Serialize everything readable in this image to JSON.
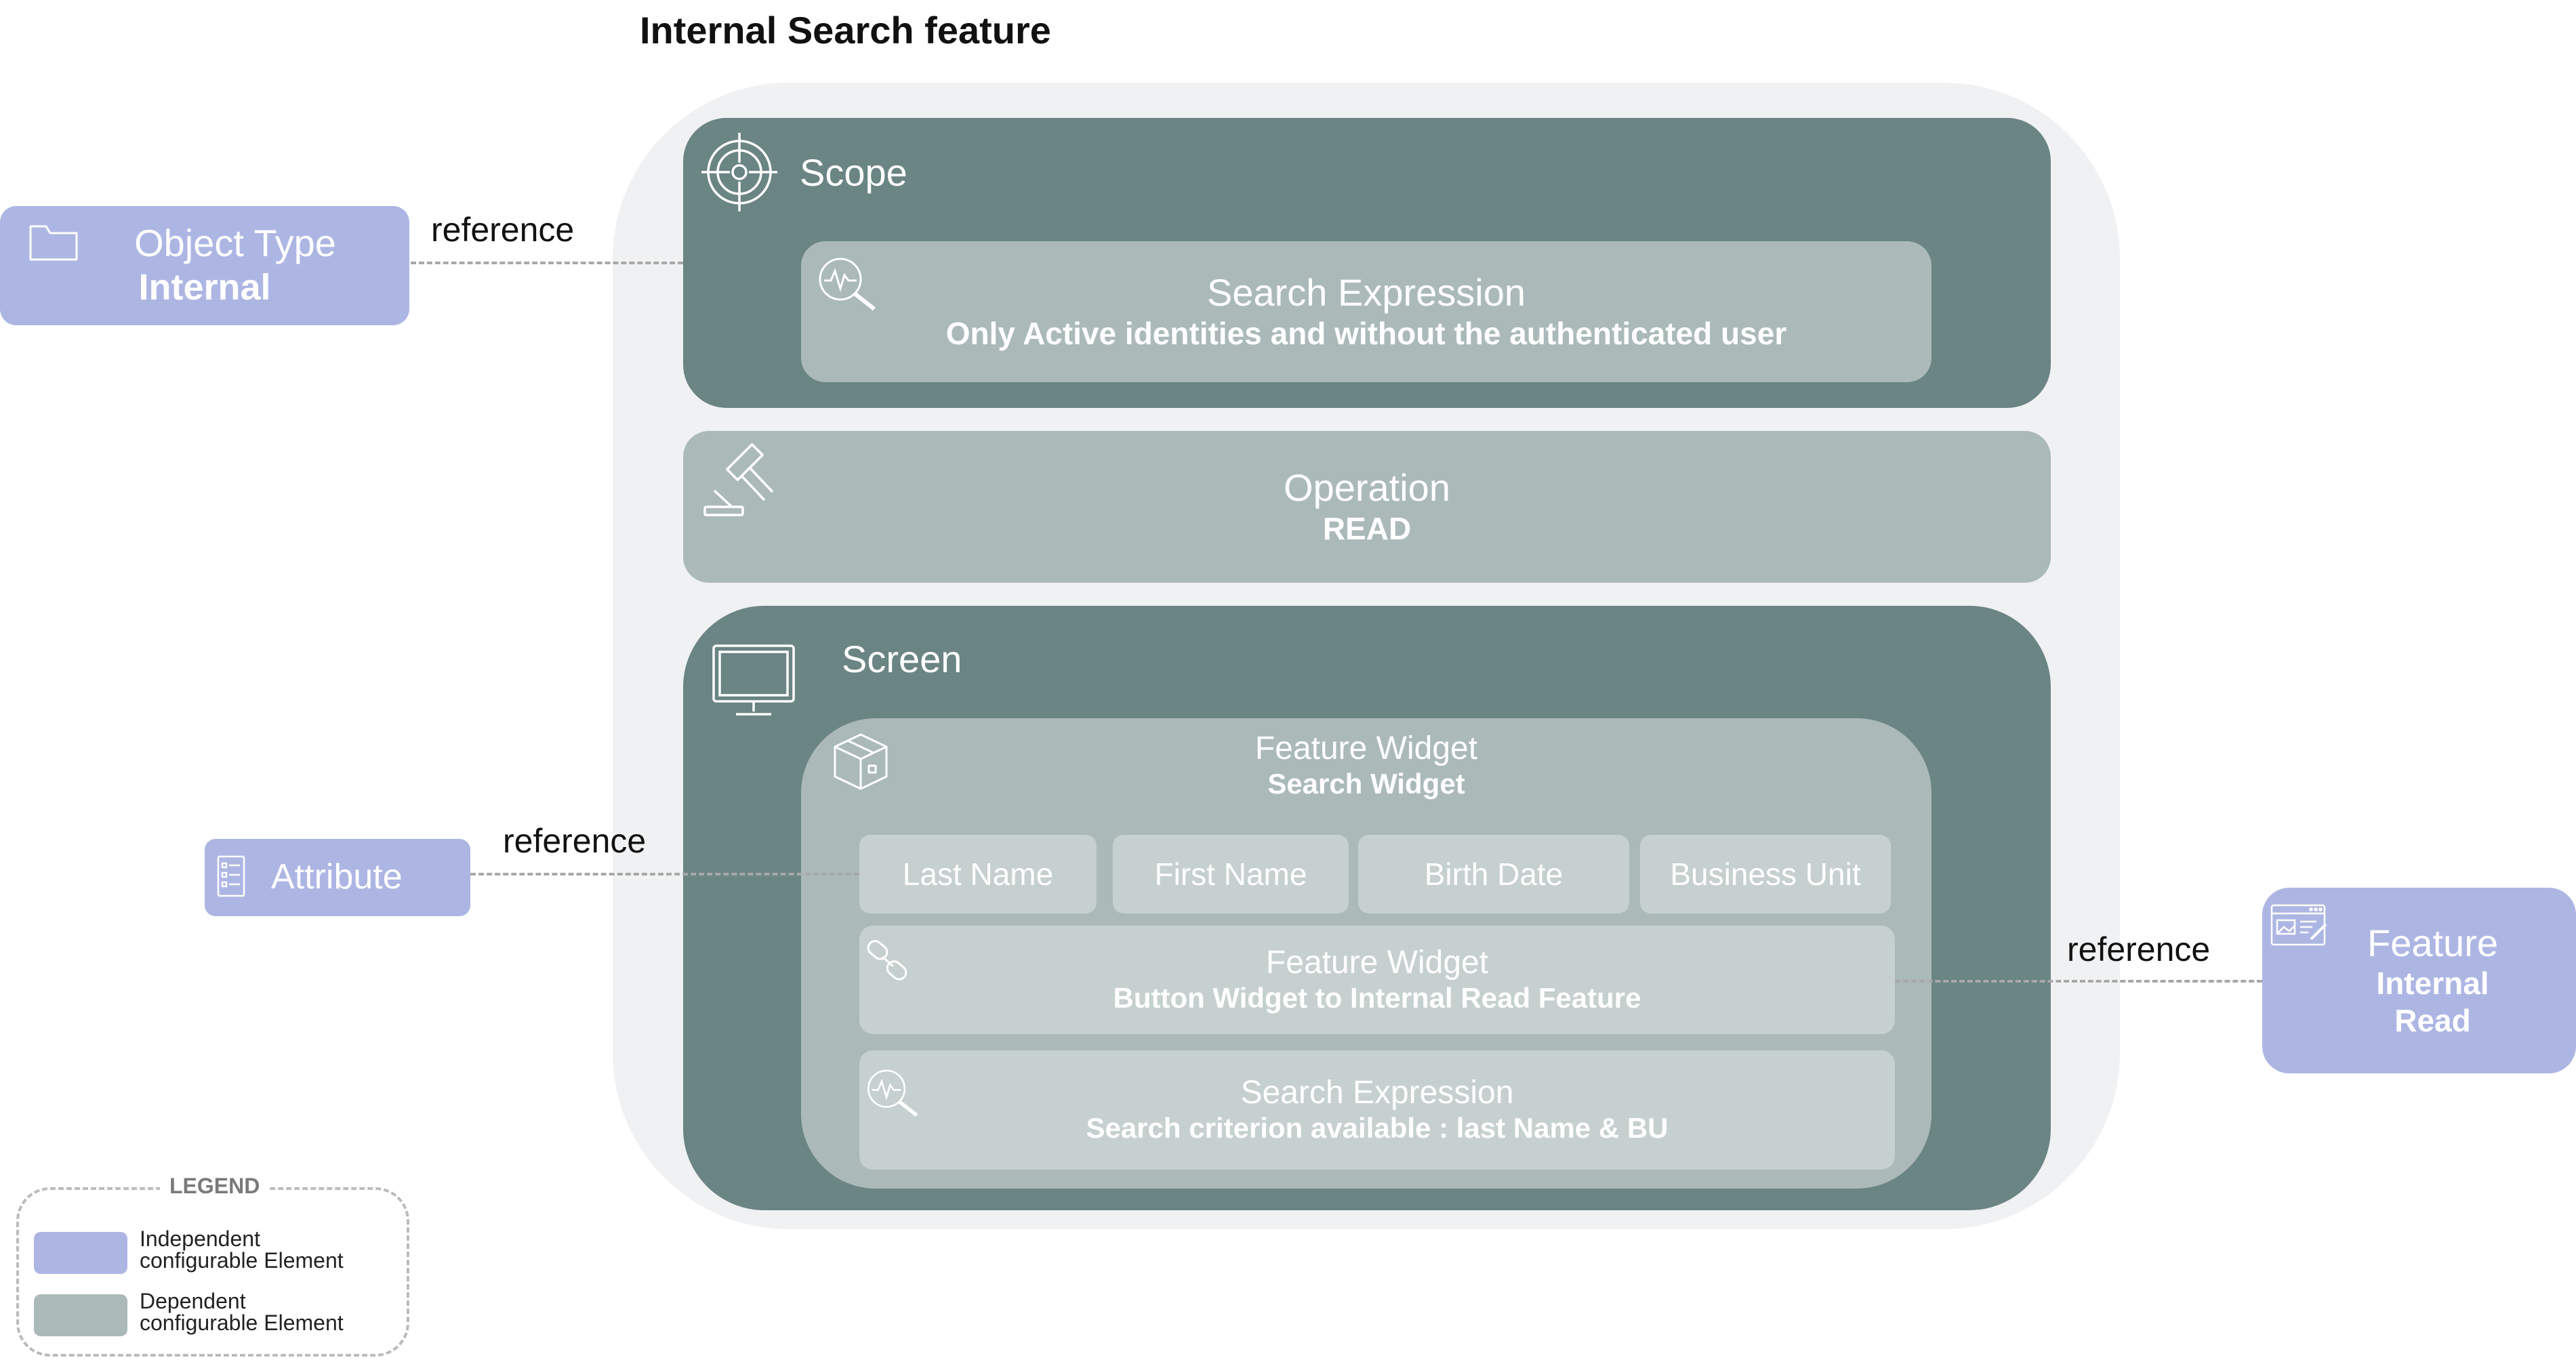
{
  "title": "Internal Search feature",
  "scope": {
    "label": "Scope",
    "search_expression": {
      "title": "Search Expression",
      "value": "Only Active identities and without the authenticated user"
    }
  },
  "operation": {
    "title": "Operation",
    "value": "READ"
  },
  "screen": {
    "label": "Screen",
    "feature_widget": {
      "title": "Feature Widget",
      "value": "Search Widget",
      "criteria": [
        "Last Name",
        "First Name",
        "Birth Date",
        "Business Unit"
      ],
      "button_widget": {
        "title": "Feature Widget",
        "value": "Button Widget to Internal Read Feature"
      },
      "search_expression": {
        "title": "Search Expression",
        "value": "Search criterion available : last Name & BU"
      }
    }
  },
  "object_type": {
    "title": "Object Type",
    "value": "Internal"
  },
  "attribute": {
    "title": "Attribute"
  },
  "feature_ref": {
    "title": "Feature",
    "value_line1": "Internal",
    "value_line2": "Read"
  },
  "references": {
    "object_type": "reference",
    "attribute": "reference",
    "feature": "reference"
  },
  "legend": {
    "title": "LEGEND",
    "independent_line1": "Independent",
    "independent_line2": "configurable Element",
    "dependent_line1": "Dependent",
    "dependent_line2": "configurable Element"
  },
  "colors": {
    "dark": "#6b8484",
    "light": "#abbab9",
    "lighter": "#c5d0cf",
    "independent": "#adb6e3",
    "background": "#f0f1f2"
  },
  "icons": [
    "target-icon",
    "analytics-search-icon",
    "gavel-icon",
    "monitor-icon",
    "package-icon",
    "link-icon",
    "folder-icon",
    "list-icon",
    "browser-edit-icon"
  ]
}
